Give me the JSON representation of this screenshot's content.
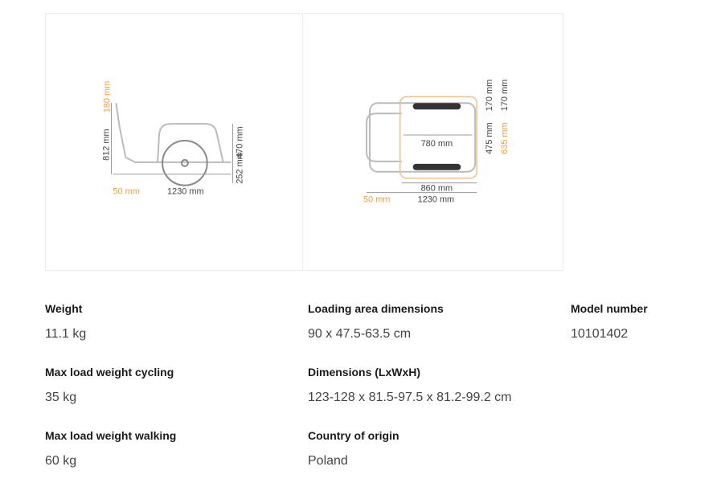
{
  "diagrams": {
    "side": {
      "d180": "180 mm",
      "d812": "812 mm",
      "d470": "470 mm",
      "d252": "252 mm",
      "d50": "50 mm",
      "d1230": "1230 mm"
    },
    "top": {
      "d170a": "170 mm",
      "d170b": "170 mm",
      "d475": "475 mm",
      "d635": "635 mm",
      "d780": "780 mm",
      "d860": "860 mm",
      "d1230": "1230 mm",
      "d50": "50 mm"
    }
  },
  "specs": [
    {
      "label": "Weight",
      "value": "11.1 kg"
    },
    {
      "label": "Loading area dimensions",
      "value": "90 x 47.5-63.5 cm"
    },
    {
      "label": "Model number",
      "value": "10101402"
    },
    {
      "label": "Max load weight cycling",
      "value": "35 kg"
    },
    {
      "label": "Dimensions (LxWxH)",
      "value": "123-128 x 81.5-97.5 x 81.2-99.2 cm"
    },
    {
      "label": "Max load weight walking",
      "value": "60 kg"
    },
    {
      "label": "Country of origin",
      "value": "Poland"
    }
  ]
}
